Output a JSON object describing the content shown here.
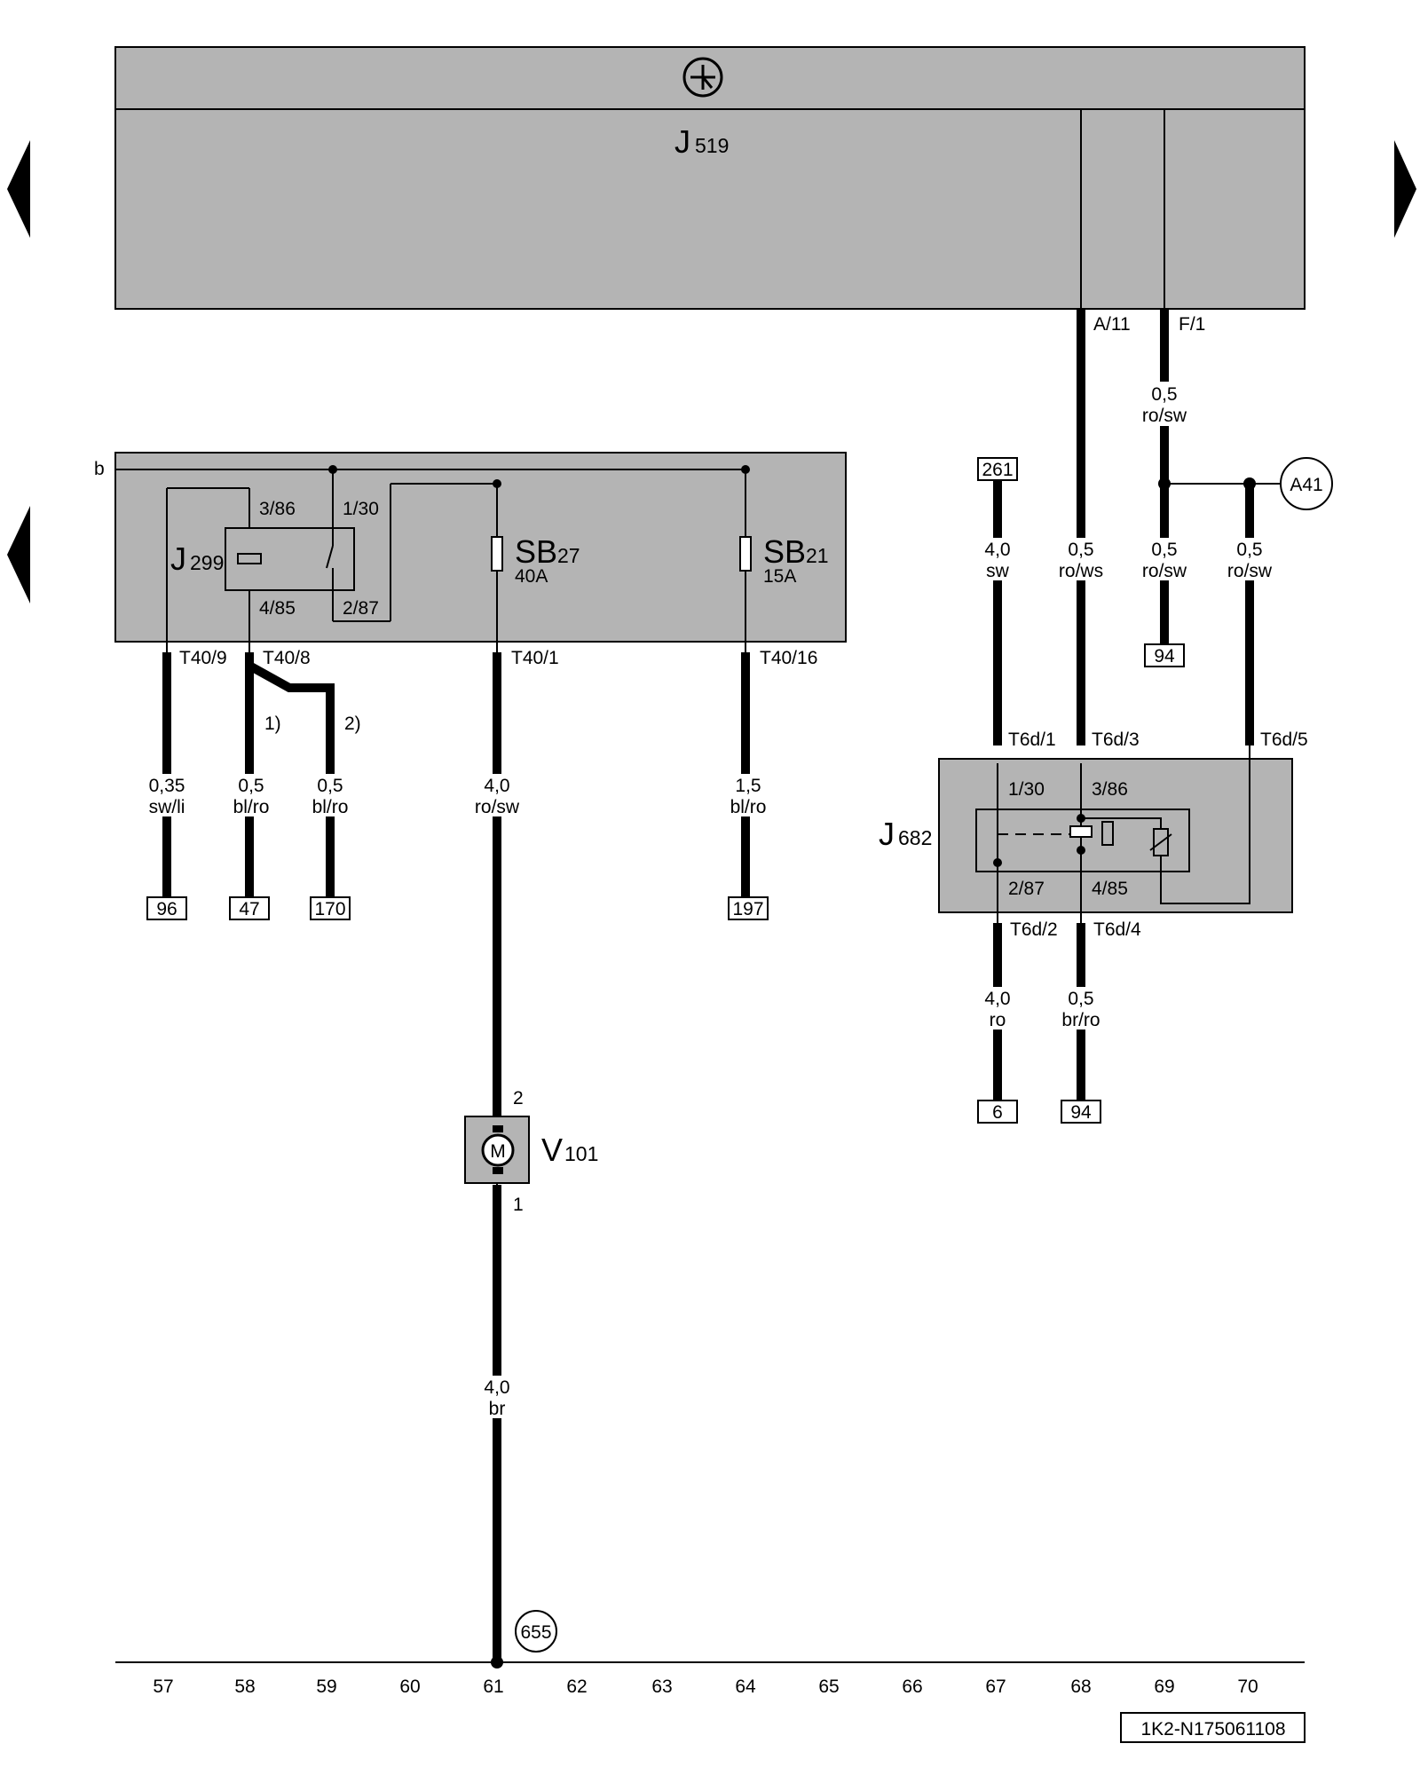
{
  "colors": {
    "box_fill": "#b4b4b4",
    "line": "#000000",
    "background": "#ffffff"
  },
  "icons": {
    "ground_symbol": "ground-symbol-icon",
    "prev": "triangle-left-icon",
    "next": "triangle-right-icon"
  },
  "components": {
    "J519": {
      "letter": "J",
      "sub": "519"
    },
    "J299": {
      "letter": "J",
      "sub": "299"
    },
    "SB27": {
      "letter": "SB",
      "sub": "27",
      "rating": "40A"
    },
    "SB21": {
      "letter": "SB",
      "sub": "21",
      "rating": "15A"
    },
    "J682": {
      "letter": "J",
      "sub": "682"
    },
    "V101": {
      "letter": "V",
      "sub": "101",
      "motor": "M"
    }
  },
  "bus_label": "b",
  "connectors": {
    "A11": "A/11",
    "F1": "F/1",
    "T40_9": "T40/9",
    "T40_8": "T40/8",
    "T40_1": "T40/1",
    "T40_16": "T40/16",
    "T6d_1": "T6d/1",
    "T6d_3": "T6d/3",
    "T6d_5": "T6d/5",
    "T6d_2": "T6d/2",
    "T6d_4": "T6d/4"
  },
  "pins": {
    "j299_386": "3/86",
    "j299_130": "1/30",
    "j299_485": "4/85",
    "j299_287": "2/87",
    "j682_130": "1/30",
    "j682_386": "3/86",
    "j682_287": "2/87",
    "j682_485": "4/85",
    "v101_2": "2",
    "v101_1": "1"
  },
  "variants": {
    "v1": "1)",
    "v2": "2)"
  },
  "wires": [
    {
      "id": "w57",
      "size": "0,35",
      "color": "sw/li"
    },
    {
      "id": "w58",
      "size": "0,5",
      "color": "bl/ro"
    },
    {
      "id": "w59",
      "size": "0,5",
      "color": "bl/ro"
    },
    {
      "id": "w61a",
      "size": "4,0",
      "color": "ro/sw"
    },
    {
      "id": "w64",
      "size": "1,5",
      "color": "bl/ro"
    },
    {
      "id": "w69top",
      "size": "0,5",
      "color": "ro/sw"
    },
    {
      "id": "w67",
      "size": "4,0",
      "color": "sw"
    },
    {
      "id": "w68",
      "size": "0,5",
      "color": "ro/ws"
    },
    {
      "id": "w69",
      "size": "0,5",
      "color": "ro/sw"
    },
    {
      "id": "w70",
      "size": "0,5",
      "color": "ro/sw"
    },
    {
      "id": "w67b",
      "size": "4,0",
      "color": "ro"
    },
    {
      "id": "w68b",
      "size": "0,5",
      "color": "br/ro"
    },
    {
      "id": "w61b",
      "size": "4,0",
      "color": "br"
    }
  ],
  "references": {
    "r96": "96",
    "r47": "47",
    "r170": "170",
    "r197": "197",
    "r261": "261",
    "r94a": "94",
    "r6": "6",
    "r94b": "94"
  },
  "circles": {
    "A41": "A41",
    "g655": "655"
  },
  "track_numbers": [
    "57",
    "58",
    "59",
    "60",
    "61",
    "62",
    "63",
    "64",
    "65",
    "66",
    "67",
    "68",
    "69",
    "70"
  ],
  "diagram_id": "1K2-N175061108"
}
